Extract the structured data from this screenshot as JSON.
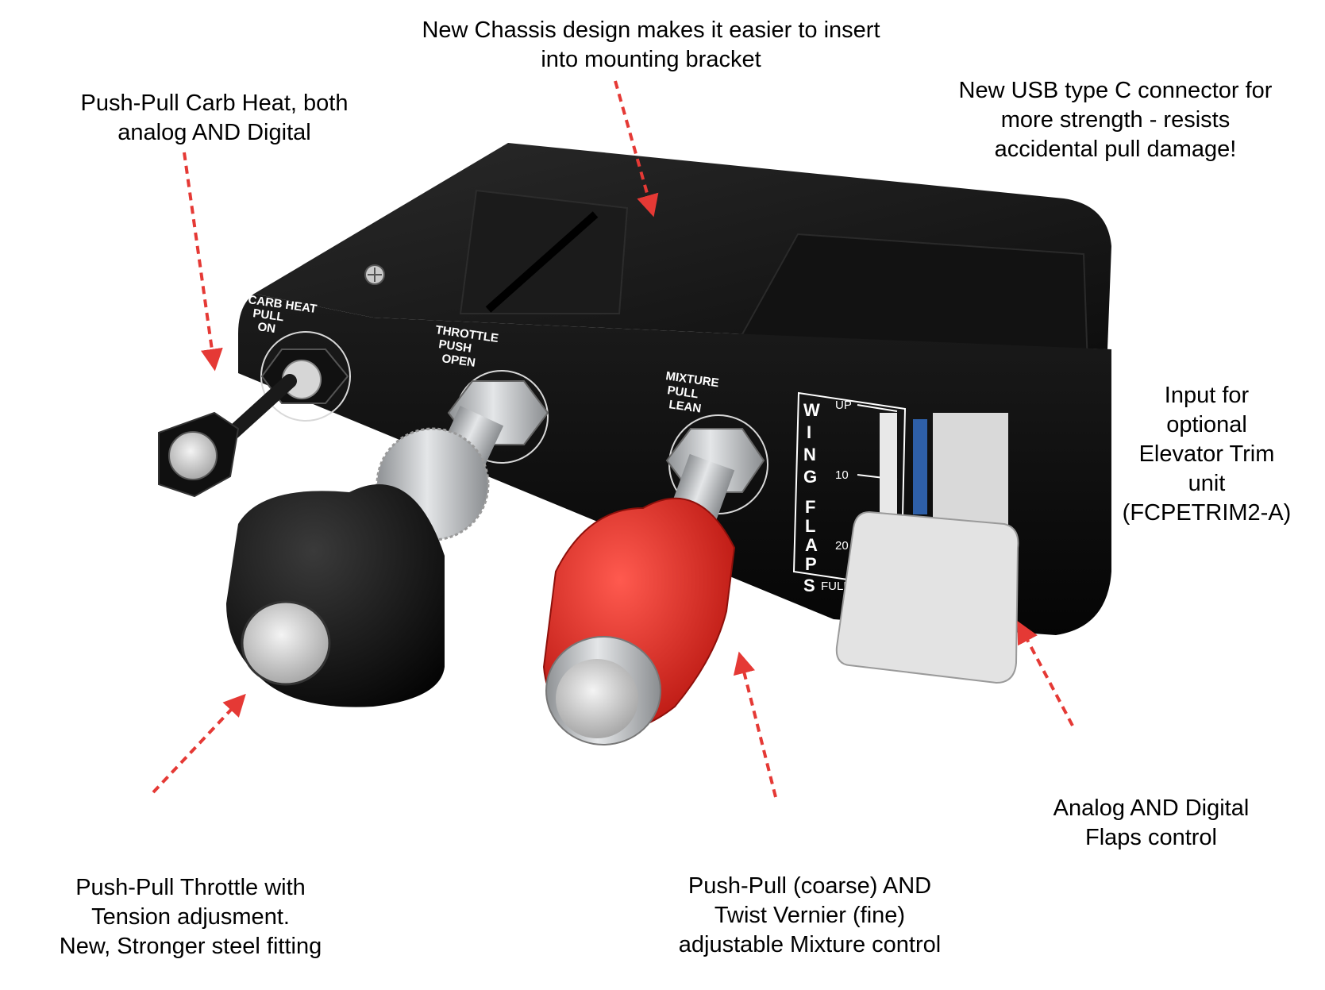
{
  "callouts": {
    "chassis": [
      "New Chassis design makes it easier to insert",
      "into mounting bracket"
    ],
    "carb_heat": [
      "Push-Pull Carb Heat, both",
      "analog AND Digital"
    ],
    "usb": [
      "New USB type C connector for",
      "more strength - resists",
      "accidental pull damage!"
    ],
    "trim": [
      "Input for",
      "optional",
      "Elevator Trim",
      "unit",
      "(FCPETRIM2-A)"
    ],
    "throttle": [
      "Push-Pull Throttle with",
      "Tension adjusment.",
      "New, Stronger steel fitting"
    ],
    "mixture": [
      "Push-Pull (coarse) AND",
      "Twist Vernier (fine)",
      "adjustable Mixture control"
    ],
    "flaps": [
      "Analog AND Digital",
      "Flaps control"
    ]
  },
  "panel_labels": {
    "carb_heat": [
      "CARB HEAT",
      "PULL",
      "ON"
    ],
    "throttle": [
      "THROTTLE",
      "PUSH",
      "OPEN"
    ],
    "mixture": [
      "MIXTURE",
      "PULL",
      "LEAN"
    ],
    "wing_letters": [
      "W",
      "I",
      "N",
      "G"
    ],
    "flaps_letters": [
      "F",
      "L",
      "A",
      "P",
      "S"
    ],
    "flap_marks": [
      "UP",
      "10",
      "20",
      "FULL"
    ]
  },
  "colors": {
    "arrow": "#e53935",
    "housing": "#141414",
    "mixture_knob": "#e8322c",
    "throttle_knob": "#151515",
    "metal": "#c8cacc"
  }
}
